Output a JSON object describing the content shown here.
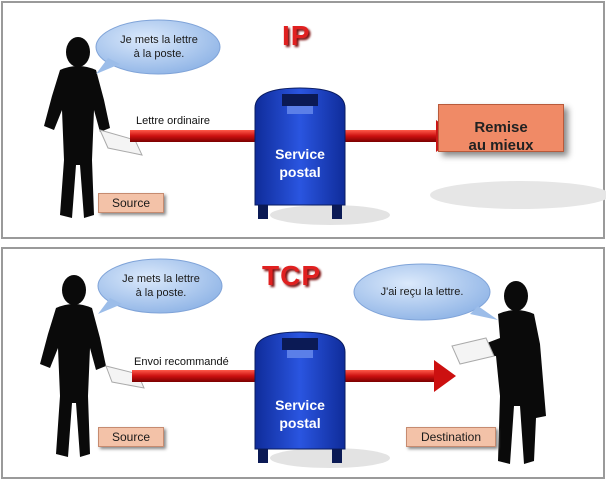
{
  "ip_panel": {
    "protocol": "IP",
    "bubble": [
      "Je mets la lettre",
      "à la poste."
    ],
    "arrow_label": "Lettre ordinaire",
    "mailbox": [
      "Service",
      "postal"
    ],
    "result": [
      "Remise",
      "au mieux"
    ],
    "source_label": "Source"
  },
  "tcp_panel": {
    "protocol": "TCP",
    "bubble": [
      "Je mets la lettre",
      "à la poste."
    ],
    "bubble_right": "J'ai reçu la lettre.",
    "arrow_label": "Envoi recommandé",
    "mailbox": [
      "Service",
      "postal"
    ],
    "source_label": "Source",
    "destination_label": "Destination"
  },
  "colors": {
    "protocol_text": "#e02020",
    "arrow": "#cc1010",
    "mailbox": "#1b3fbf",
    "bubble": "#a9c7ef",
    "label_box": "#f3c2a8",
    "result_box": "#f08a66",
    "panel_border": "#9a9a9a"
  }
}
